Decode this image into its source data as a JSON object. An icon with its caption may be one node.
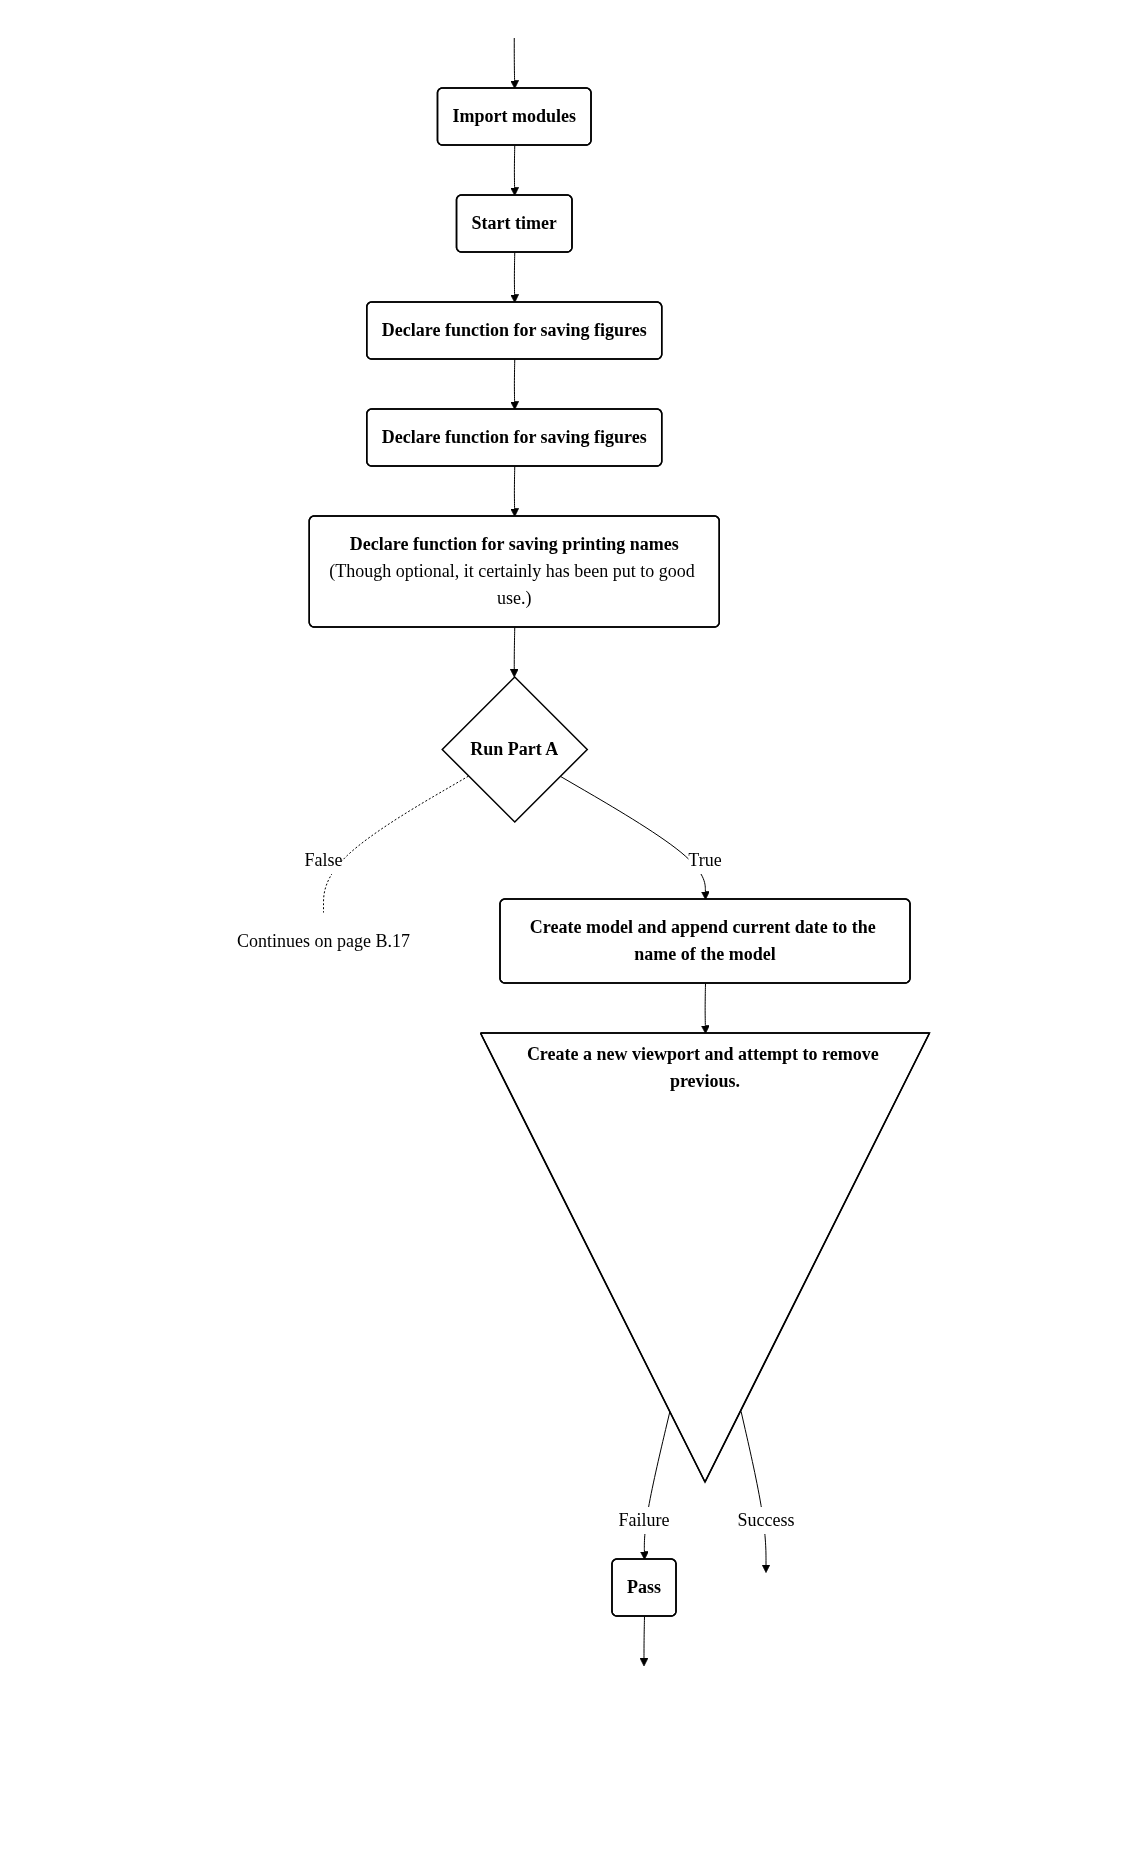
{
  "diagram": {
    "nodes": [
      {
        "text": [
          "Import modules"
        ]
      },
      {
        "text": [
          "Start timer"
        ]
      },
      {
        "text": [
          "Declare function for saving figures"
        ]
      },
      {
        "text": [
          "Declare function for saving figures"
        ]
      },
      {
        "text": [
          "Declare function for saving printing names",
          "(Though optional, it certainly has been put to good use.)"
        ]
      },
      {
        "text": [
          "Run Part A"
        ]
      },
      {
        "text": [
          "Continues on page B.17"
        ]
      },
      {
        "text": [
          "Create model and append current date to the name of the model"
        ]
      },
      {
        "text": [
          "Create a new viewport and attempt to remove previous."
        ]
      },
      {
        "text": [
          "Pass"
        ]
      }
    ],
    "edges": [
      {
        "from": null,
        "to": 0,
        "arrow": "to"
      },
      {
        "from": 0,
        "to": 1,
        "arrow": "to"
      },
      {
        "from": 1,
        "to": 2,
        "arrow": "to"
      },
      {
        "from": 2,
        "to": 3,
        "arrow": "to"
      },
      {
        "from": 3,
        "to": 4,
        "arrow": "to"
      },
      {
        "from": 4,
        "to": 5,
        "arrow": "to"
      },
      {
        "from": 5,
        "to": 6,
        "arrow": "none",
        "label": "False",
        "style": "dashed"
      },
      {
        "from": 5,
        "to": 7,
        "arrow": "to",
        "label": "True"
      },
      {
        "from": 7,
        "to": 8,
        "arrow": "to"
      },
      {
        "from": 8,
        "to": 9,
        "arrow": "to",
        "label": "Failure"
      },
      {
        "from": 8,
        "to": null,
        "arrow": "to",
        "label": "Success"
      },
      {
        "from": 9,
        "to": null,
        "arrow": "to"
      }
    ]
  }
}
